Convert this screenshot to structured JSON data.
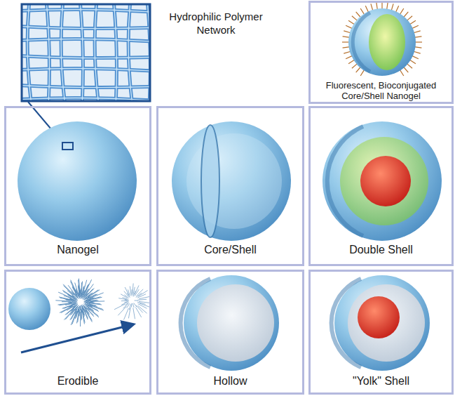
{
  "diagram": {
    "nodes": [
      {
        "text": [
          "Fluorescent, Bioconjugated Core/Shell Nanogel"
        ]
      },
      {
        "text": [
          "Nanogel"
        ]
      },
      {
        "text": [
          "Core/Shell"
        ]
      },
      {
        "text": [
          "Double Shell"
        ]
      },
      {
        "text": [
          "Erodible"
        ]
      },
      {
        "text": [
          "Hollow"
        ]
      },
      {
        "text": [
          "\"Yolk\" Shell"
        ]
      }
    ],
    "labels": [
      "Hydrophilic Polymer Network"
    ]
  }
}
